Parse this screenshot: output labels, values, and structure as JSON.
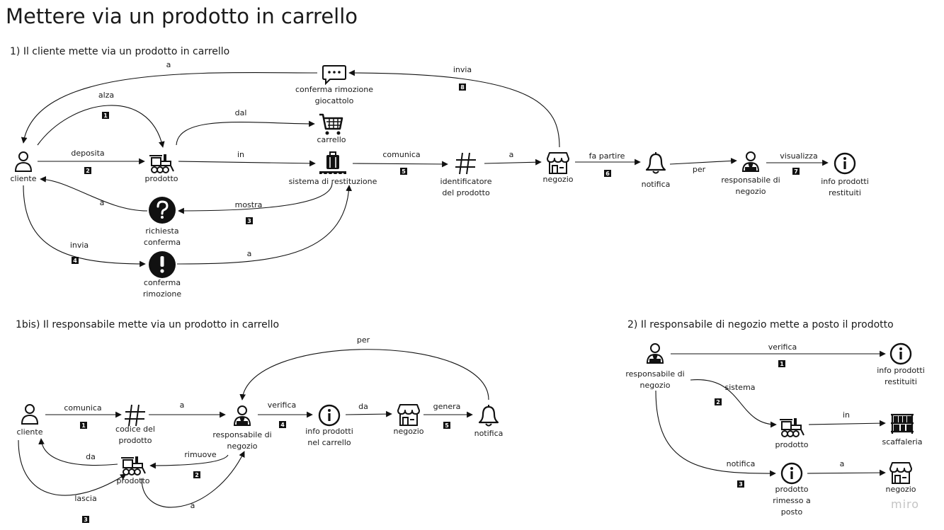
{
  "title": "Mettere via un prodotto in carrello",
  "sections": {
    "s1": "1) Il cliente mette via un prodotto in carrello",
    "s1bis": "1bis) Il responsabile mette via un prodotto in carrello",
    "s2": "2) Il responsabile di negozio mette a posto il prodotto"
  },
  "watermark": "miro",
  "diagram1": {
    "nodes": [
      {
        "id": "cliente",
        "icon": "person-icon",
        "label": [
          "cliente"
        ]
      },
      {
        "id": "prodotto",
        "icon": "train-icon",
        "label": [
          "prodotto"
        ]
      },
      {
        "id": "carrello",
        "icon": "cart-icon",
        "label": [
          "carrello"
        ]
      },
      {
        "id": "conferma_giocattolo",
        "icon": "chat-icon",
        "label": [
          "conferma rimozione",
          "giocattolo"
        ]
      },
      {
        "id": "sistema",
        "icon": "luggage-icon",
        "label": [
          "sistema di restituzione"
        ]
      },
      {
        "id": "identificatore",
        "icon": "hash-icon",
        "label": [
          "identificatore",
          "del prodotto"
        ]
      },
      {
        "id": "negozio",
        "icon": "store-icon",
        "label": [
          "negozio"
        ]
      },
      {
        "id": "notifica",
        "icon": "bell-icon",
        "label": [
          "notifica"
        ]
      },
      {
        "id": "responsabile",
        "icon": "manager-icon",
        "label": [
          "responsabile di",
          "negozio"
        ]
      },
      {
        "id": "info",
        "icon": "info-icon",
        "label": [
          "info prodotti",
          "restituiti"
        ]
      },
      {
        "id": "richiesta",
        "icon": "question-icon",
        "label": [
          "richiesta",
          "conferma"
        ]
      },
      {
        "id": "conferma",
        "icon": "exclamation-icon",
        "label": [
          "conferma",
          "rimozione"
        ]
      }
    ],
    "edges": [
      {
        "label": "alza",
        "badge": "1"
      },
      {
        "label": "deposita",
        "badge": "2"
      },
      {
        "label": "dal",
        "badge": ""
      },
      {
        "label": "in",
        "badge": ""
      },
      {
        "label": "mostra",
        "badge": "3"
      },
      {
        "label": "a",
        "badge": ""
      },
      {
        "label": "invia",
        "badge": "4"
      },
      {
        "label": "a",
        "badge": ""
      },
      {
        "label": "comunica",
        "badge": "5"
      },
      {
        "label": "a",
        "badge": ""
      },
      {
        "label": "fa partire",
        "badge": "6"
      },
      {
        "label": "per",
        "badge": ""
      },
      {
        "label": "visualizza",
        "badge": "7"
      },
      {
        "label": "invia",
        "badge": "8"
      },
      {
        "label": "a",
        "badge": ""
      }
    ]
  },
  "diagram2": {
    "nodes": [
      {
        "id": "cliente",
        "icon": "person-icon",
        "label": [
          "cliente"
        ]
      },
      {
        "id": "codice",
        "icon": "hash-icon",
        "label": [
          "codice del",
          "prodotto"
        ]
      },
      {
        "id": "responsabile",
        "icon": "manager-icon",
        "label": [
          "responsabile di",
          "negozio"
        ]
      },
      {
        "id": "info",
        "icon": "info-icon",
        "label": [
          "info prodotti",
          "nel carrello"
        ]
      },
      {
        "id": "negozio",
        "icon": "store-icon",
        "label": [
          "negozio"
        ]
      },
      {
        "id": "notifica",
        "icon": "bell-icon",
        "label": [
          "notifica"
        ]
      },
      {
        "id": "prodotto",
        "icon": "train-icon",
        "label": [
          "prodotto"
        ]
      }
    ],
    "edges": [
      {
        "label": "comunica",
        "badge": "1"
      },
      {
        "label": "a",
        "badge": ""
      },
      {
        "label": "verifica",
        "badge": "4"
      },
      {
        "label": "da",
        "badge": ""
      },
      {
        "label": "genera",
        "badge": "5"
      },
      {
        "label": "per",
        "badge": ""
      },
      {
        "label": "rimuove",
        "badge": "2"
      },
      {
        "label": "da",
        "badge": ""
      },
      {
        "label": "lascia",
        "badge": "3"
      },
      {
        "label": "a",
        "badge": ""
      }
    ]
  },
  "diagram3": {
    "nodes": [
      {
        "id": "responsabile",
        "icon": "manager-icon",
        "label": [
          "responsabile di",
          "negozio"
        ]
      },
      {
        "id": "info",
        "icon": "info-icon",
        "label": [
          "info prodotti",
          "restituiti"
        ]
      },
      {
        "id": "prodotto",
        "icon": "train-icon",
        "label": [
          "prodotto"
        ]
      },
      {
        "id": "scaffaleria",
        "icon": "shelf-icon",
        "label": [
          "scaffaleria"
        ]
      },
      {
        "id": "rimesso",
        "icon": "info-icon",
        "label": [
          "prodotto",
          "rimesso a",
          "posto"
        ]
      },
      {
        "id": "negozio",
        "icon": "store-icon",
        "label": [
          "negozio"
        ]
      }
    ],
    "edges": [
      {
        "label": "verifica",
        "badge": "1"
      },
      {
        "label": "sistema",
        "badge": "2"
      },
      {
        "label": "in",
        "badge": ""
      },
      {
        "label": "notifica",
        "badge": "3"
      },
      {
        "label": "a",
        "badge": ""
      }
    ]
  }
}
